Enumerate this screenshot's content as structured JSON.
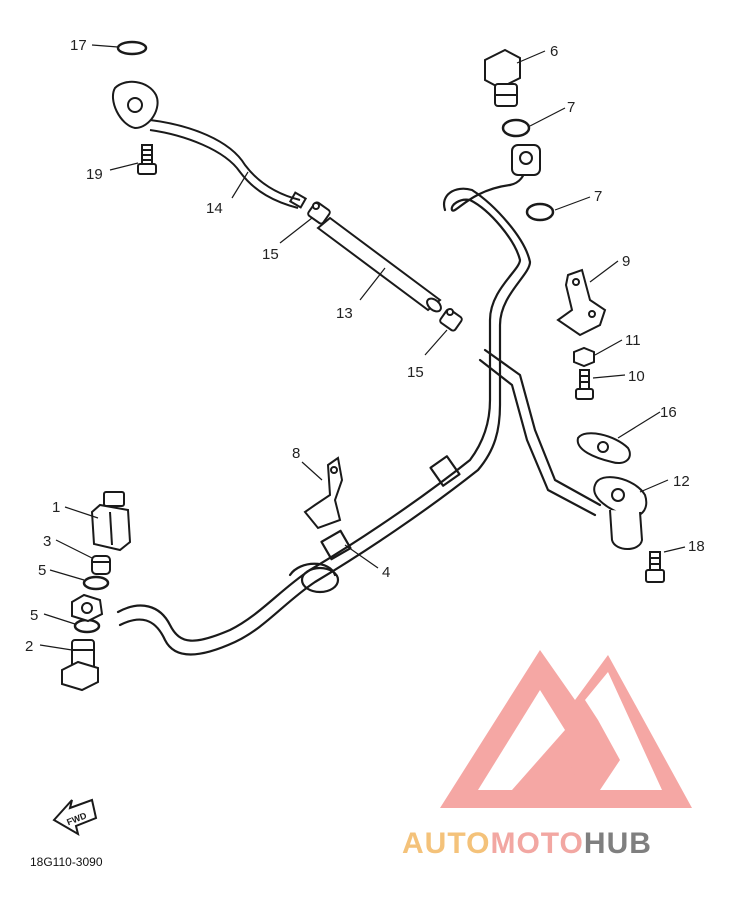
{
  "diagram": {
    "part_numbers": {
      "p1": "1",
      "p2": "2",
      "p3": "3",
      "p4": "4",
      "p5a": "5",
      "p5b": "5",
      "p6": "6",
      "p7a": "7",
      "p7b": "7",
      "p8": "8",
      "p9": "9",
      "p10": "10",
      "p11": "11",
      "p12": "12",
      "p13": "13",
      "p14": "14",
      "p15a": "15",
      "p15b": "15",
      "p16": "16",
      "p17": "17",
      "p18": "18",
      "p19": "19"
    },
    "fwd_label": "FWD",
    "code": "18G110-3090"
  },
  "watermark": {
    "part1": "AUTO",
    "part2": "MOTO",
    "part3": "HUB",
    "colors": {
      "auto": "#f4c27a",
      "moto": "#f2a7a2",
      "hub": "#7f7f7f",
      "logo": "#f5a3a0"
    }
  },
  "colors": {
    "line": "#1a1a1a",
    "background": "#ffffff"
  }
}
